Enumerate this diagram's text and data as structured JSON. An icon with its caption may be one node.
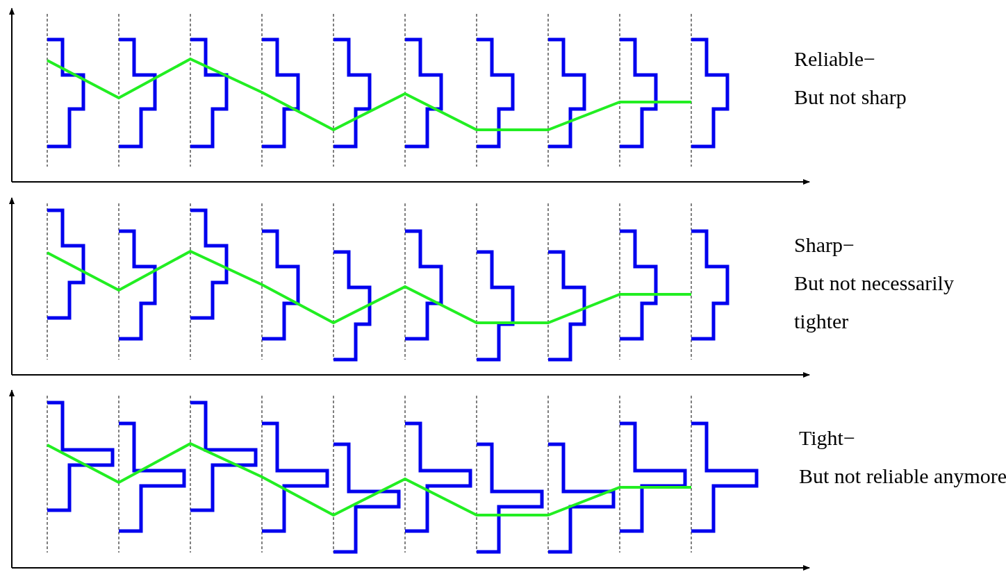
{
  "diagram": {
    "labels": [
      "Reliable−",
      "But not sharp",
      "Sharp−",
      "But not necessarily tighter",
      "Tight−",
      "But not reliable anymore"
    ]
  }
}
